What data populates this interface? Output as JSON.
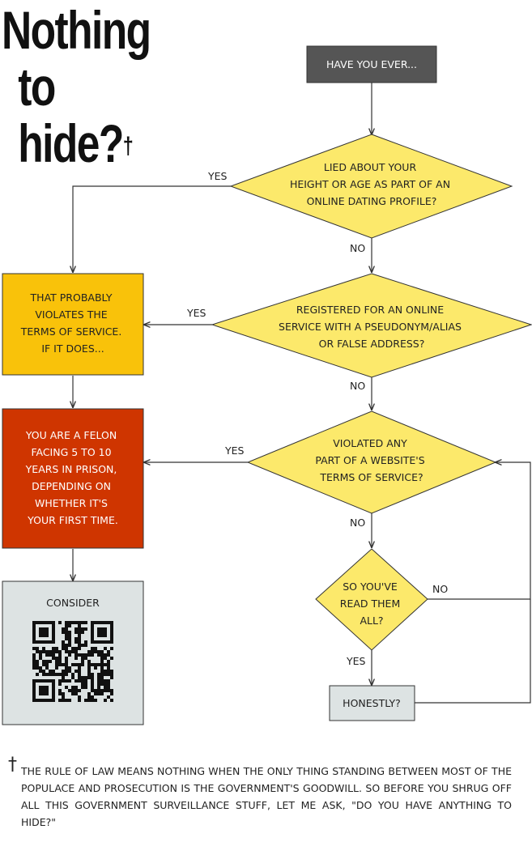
{
  "title": {
    "line1": "Nothing",
    "line2": "to hide?",
    "mark": "†"
  },
  "nodes": {
    "start": "HAVE YOU EVER...",
    "q1": [
      "LIED ABOUT YOUR",
      "HEIGHT OR AGE AS PART OF AN",
      "ONLINE DATING PROFILE?"
    ],
    "q2": [
      "REGISTERED FOR AN ONLINE",
      "SERVICE WITH A PSEUDONYM/ALIAS",
      "OR FALSE ADDRESS?"
    ],
    "q3": [
      "VIOLATED ANY",
      "PART OF A WEBSITE'S",
      "TERMS OF SERVICE?"
    ],
    "q4": [
      "SO YOU'VE",
      "READ THEM",
      "ALL?"
    ],
    "honestly": "HONESTLY?",
    "tos": [
      "THAT PROBABLY",
      "VIOLATES THE",
      "TERMS OF SERVICE.",
      "IF IT DOES..."
    ],
    "felon": [
      "YOU ARE A FELON",
      "FACING 5 TO 10",
      "YEARS IN PRISON,",
      "DEPENDING ON",
      "WHETHER IT'S",
      "YOUR FIRST TIME."
    ],
    "consider": "CONSIDER"
  },
  "labels": {
    "yes": "YES",
    "no": "NO"
  },
  "colors": {
    "start": "#555555",
    "diamond": "#fce96b",
    "tos": "#f9c20a",
    "felon": "#cf3500",
    "consider": "#dde3e3",
    "honestly": "#dde3e3"
  },
  "footnote": "THE RULE OF LAW MEANS NOTHING WHEN THE ONLY THING STANDING BETWEEN MOST OF THE POPULACE AND PROSECUTION IS THE GOVERNMENT'S GOODWILL. SO BEFORE YOU SHRUG OFF ALL THIS GOVERNMENT SURVEILLANCE STUFF, LET ME ASK, \"DO YOU HAVE ANYTHING TO HIDE?\""
}
